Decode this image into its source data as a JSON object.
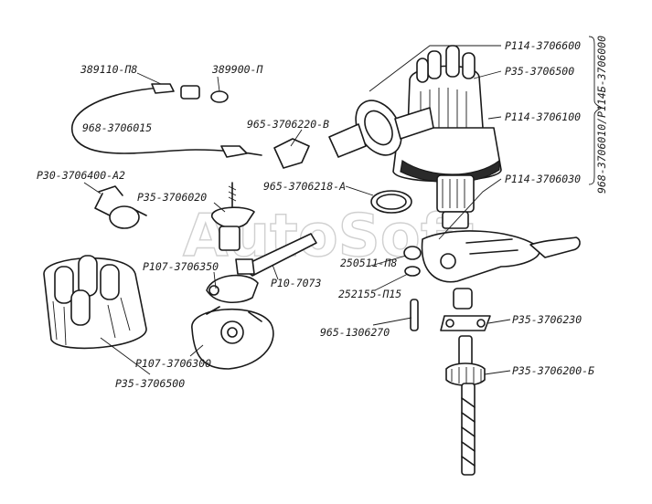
{
  "watermark": "AutoSoft",
  "labels": {
    "p114_3706600": "Р114-3706600",
    "p35_3706500_top": "Р35-3706500",
    "p114_3706100": "Р114-3706100",
    "p114_3706030": "Р114-3706030",
    "n389110_p8": "389110-П8",
    "n389900_p": "389900-П",
    "n968_3706015": "968-3706015",
    "n965_3706220_v": "965-3706220-В",
    "n965_3706218_a": "965-3706218-А",
    "p30_3706400_a2": "Р30-3706400-А2",
    "p35_3706020": "Р35-3706020",
    "p107_3706350": "Р107-3706350",
    "p10_7073": "Р10-7073",
    "n250511_p8": "250511-П8",
    "n252155_p15": "252155-П15",
    "n965_1306270": "965-1306270",
    "p35_3706230": "Р35-3706230",
    "p35_3706200_b": "Р35-3706200-Б",
    "p107_3706300": "Р107-3706300",
    "p35_3706500_bottom": "Р35-3706500",
    "assembly_vertical": "968-3706010/Р114Б-3706000"
  },
  "colors": {
    "ink": "#1a1a1a",
    "paper": "#ffffff",
    "watermark": "#c8c8c8"
  }
}
